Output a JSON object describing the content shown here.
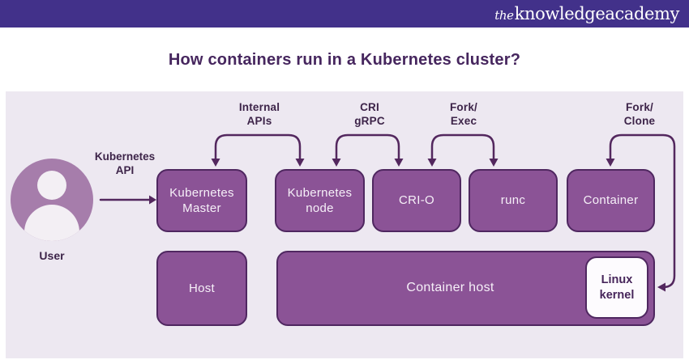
{
  "header": {
    "logo_the": "the",
    "logo_rest": "knowledgeacademy"
  },
  "title": "How containers run in a Kubernetes cluster?",
  "diagram": {
    "user": {
      "label": "User",
      "api_label_line1": "Kubernetes",
      "api_label_line2": "API"
    },
    "arc_labels": {
      "internal_apis_line1": "Internal",
      "internal_apis_line2": "APIs",
      "cri_grpc_line1": "CRI",
      "cri_grpc_line2": "gRPC",
      "fork_exec_line1": "Fork/",
      "fork_exec_line2": "Exec",
      "fork_clone_line1": "Fork/",
      "fork_clone_line2": "Clone"
    },
    "boxes": {
      "master_line1": "Kubernetes",
      "master_line2": "Master",
      "node_line1": "Kubernetes",
      "node_line2": "node",
      "crio": "CRI-O",
      "runc": "runc",
      "container": "Container",
      "host": "Host",
      "container_host": "Container host",
      "linux_kernel_line1": "Linux",
      "linux_kernel_line2": "kernel"
    },
    "colors": {
      "header_bar": "#42318A",
      "panel_background": "#EDE8F1",
      "box_fill": "#8B5396",
      "box_border": "#4F2760",
      "box_text": "#F6F0F8",
      "white_box_fill": "#FDFBFE",
      "arrow": "#53275E",
      "title_text": "#46265E",
      "label_text": "#3D2449",
      "avatar_fill": "#A67DAB"
    }
  }
}
